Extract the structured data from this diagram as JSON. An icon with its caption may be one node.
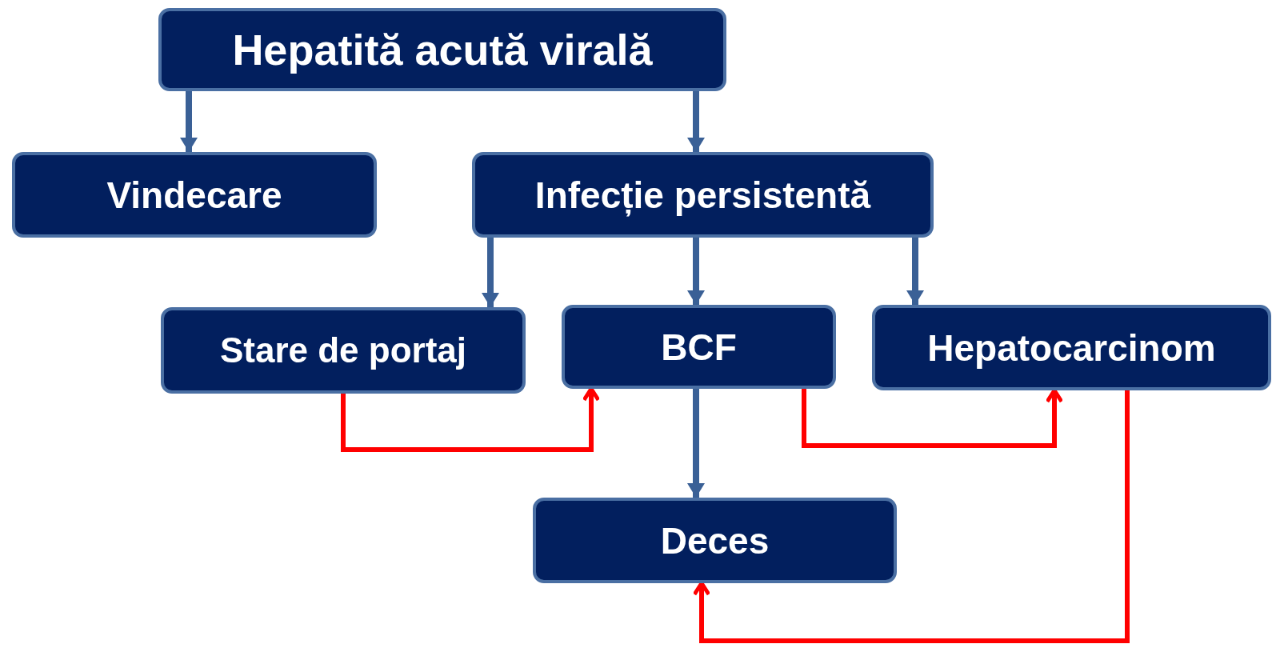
{
  "diagram": {
    "nodes": [
      {
        "text": [
          "Hepatită acută virală"
        ]
      },
      {
        "text": [
          "Vindecare"
        ]
      },
      {
        "text": [
          "Infecție persistentă"
        ]
      },
      {
        "text": [
          "Stare de portaj"
        ]
      },
      {
        "text": [
          "BCF"
        ]
      },
      {
        "text": [
          "Hepatocarcinom"
        ]
      },
      {
        "text": [
          "Deces"
        ]
      }
    ],
    "edges": [
      {
        "from": 0,
        "to": 1,
        "arrow": "to"
      },
      {
        "from": 0,
        "to": 2,
        "arrow": "to"
      },
      {
        "from": 2,
        "to": 3,
        "arrow": "to"
      },
      {
        "from": 2,
        "to": 4,
        "arrow": "to"
      },
      {
        "from": 2,
        "to": 5,
        "arrow": "to"
      },
      {
        "from": 4,
        "to": 6,
        "arrow": "to"
      },
      {
        "from": 3,
        "to": 4,
        "arrow": "to",
        "color": "#ff0000"
      },
      {
        "from": 4,
        "to": 5,
        "arrow": "to",
        "color": "#ff0000"
      },
      {
        "from": 5,
        "to": 6,
        "arrow": "to",
        "color": "#ff0000"
      }
    ]
  }
}
